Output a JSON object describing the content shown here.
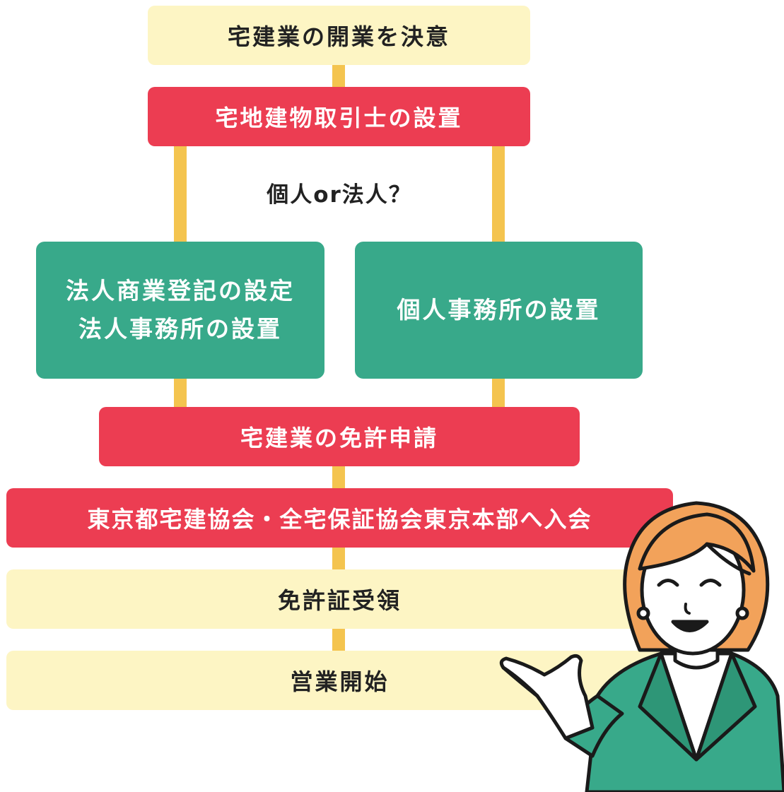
{
  "steps": {
    "decide": "宅建業の開業を決意",
    "agent": "宅地建物取引士の設置",
    "question": "個人or法人？",
    "corporate_line1": "法人商業登記の設定",
    "corporate_line2": "法人事務所の設置",
    "individual": "個人事務所の設置",
    "apply": "宅建業の免許申請",
    "join": "東京都宅建協会・全宅保証協会東京本部へ入会",
    "receive": "免許証受領",
    "start": "営業開始"
  },
  "colors": {
    "pale_yellow": "#FDF5C4",
    "red": "#EC3D52",
    "green": "#38A98A",
    "connector": "#F4C44F"
  }
}
